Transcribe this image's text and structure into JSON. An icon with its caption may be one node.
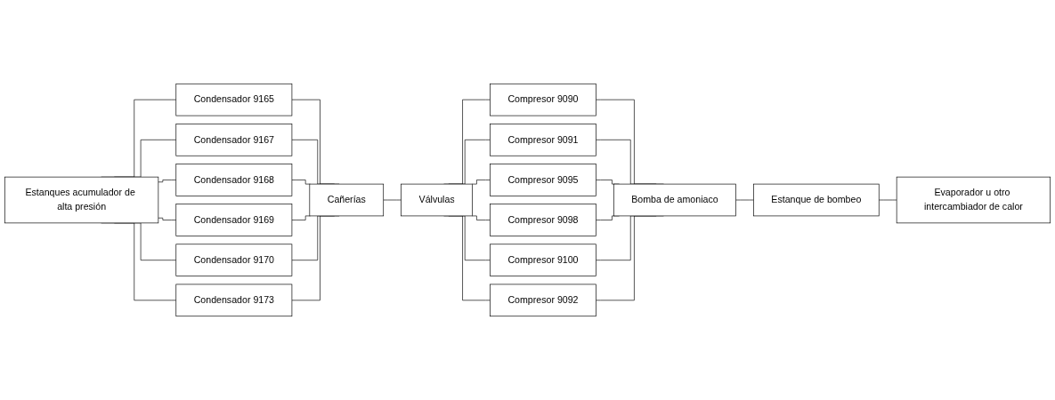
{
  "diagram": {
    "nodes": [
      {
        "text": [
          "Estanques acumulador de alta presión"
        ]
      },
      {
        "text": [
          "Condensador 9165"
        ]
      },
      {
        "text": [
          "Condensador 9167"
        ]
      },
      {
        "text": [
          "Condensador 9168"
        ]
      },
      {
        "text": [
          "Condensador 9169"
        ]
      },
      {
        "text": [
          "Condensador 9170"
        ]
      },
      {
        "text": [
          "Condensador 9173"
        ]
      },
      {
        "text": [
          "Cañerías"
        ]
      },
      {
        "text": [
          "Válvulas"
        ]
      },
      {
        "text": [
          "Compresor 9090"
        ]
      },
      {
        "text": [
          "Compresor 9091"
        ]
      },
      {
        "text": [
          "Compresor 9095"
        ]
      },
      {
        "text": [
          "Compresor 9098"
        ]
      },
      {
        "text": [
          "Compresor 9100"
        ]
      },
      {
        "text": [
          "Compresor 9092"
        ]
      },
      {
        "text": [
          "Bomba de amoniaco"
        ]
      },
      {
        "text": [
          "Estanque de bombeo"
        ]
      },
      {
        "text": [
          "Evaporador u otro intercambiador de calor"
        ]
      }
    ],
    "edges": [
      {
        "from": 0,
        "to": 1,
        "arrow": "none"
      },
      {
        "from": 0,
        "to": 2,
        "arrow": "none"
      },
      {
        "from": 0,
        "to": 3,
        "arrow": "none"
      },
      {
        "from": 0,
        "to": 4,
        "arrow": "none"
      },
      {
        "from": 0,
        "to": 5,
        "arrow": "none"
      },
      {
        "from": 0,
        "to": 6,
        "arrow": "none"
      },
      {
        "from": 1,
        "to": 7,
        "arrow": "none"
      },
      {
        "from": 2,
        "to": 7,
        "arrow": "none"
      },
      {
        "from": 3,
        "to": 7,
        "arrow": "none"
      },
      {
        "from": 4,
        "to": 7,
        "arrow": "none"
      },
      {
        "from": 5,
        "to": 7,
        "arrow": "none"
      },
      {
        "from": 6,
        "to": 7,
        "arrow": "none"
      },
      {
        "from": 7,
        "to": 8,
        "arrow": "none"
      },
      {
        "from": 8,
        "to": 9,
        "arrow": "none"
      },
      {
        "from": 8,
        "to": 10,
        "arrow": "none"
      },
      {
        "from": 8,
        "to": 11,
        "arrow": "none"
      },
      {
        "from": 8,
        "to": 12,
        "arrow": "none"
      },
      {
        "from": 8,
        "to": 13,
        "arrow": "none"
      },
      {
        "from": 8,
        "to": 14,
        "arrow": "none"
      },
      {
        "from": 9,
        "to": 15,
        "arrow": "none"
      },
      {
        "from": 10,
        "to": 15,
        "arrow": "none"
      },
      {
        "from": 11,
        "to": 15,
        "arrow": "none"
      },
      {
        "from": 12,
        "to": 15,
        "arrow": "none"
      },
      {
        "from": 13,
        "to": 15,
        "arrow": "none"
      },
      {
        "from": 14,
        "to": 15,
        "arrow": "none"
      },
      {
        "from": 15,
        "to": 16,
        "arrow": "none"
      },
      {
        "from": 16,
        "to": 17,
        "arrow": "none"
      }
    ]
  }
}
